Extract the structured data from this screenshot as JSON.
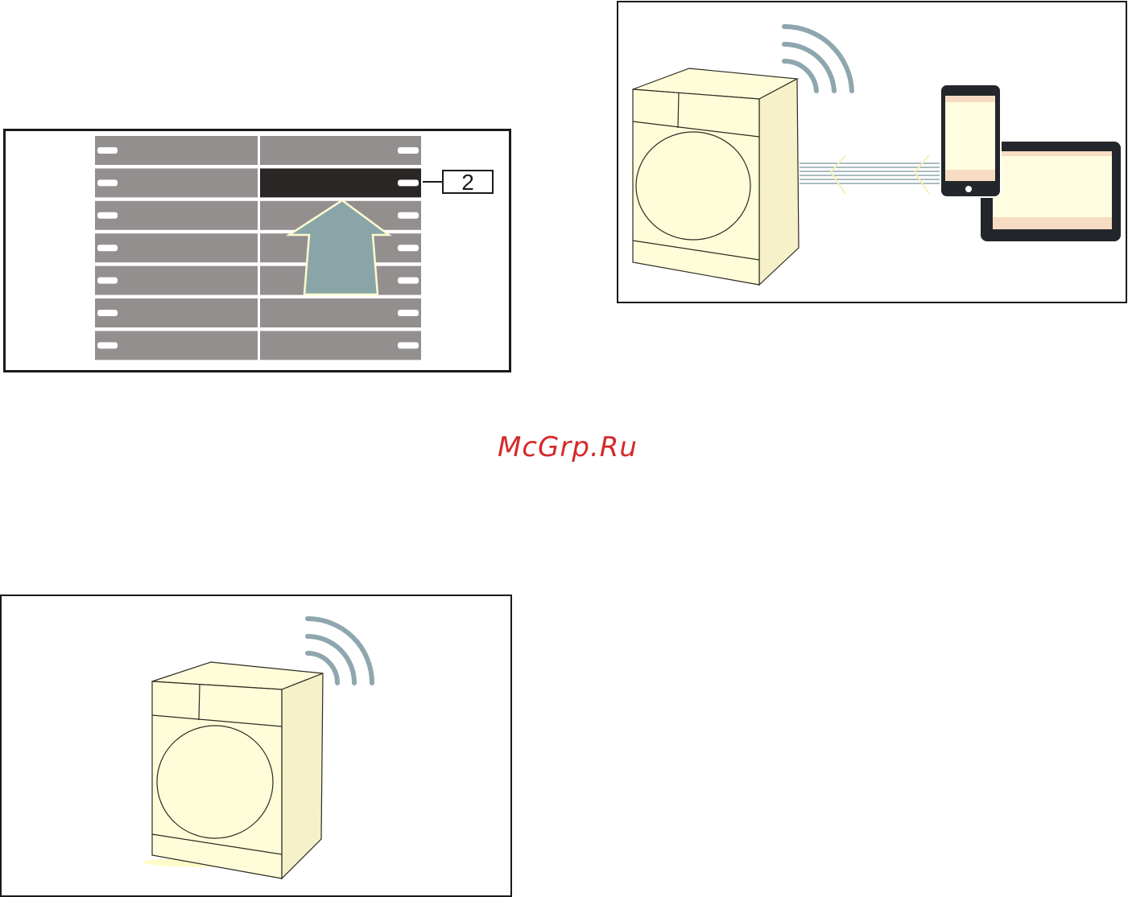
{
  "menu_panel": {
    "rows": 7,
    "selected_row": 2,
    "callout_label": "2"
  },
  "watermark": {
    "text": "McGrp.Ru"
  },
  "colors": {
    "menu_row": "#948f8f",
    "menu_selected": "#2b2626",
    "menu_pill": "#ffffff",
    "arrow_fill": "#8aa5a8",
    "arrow_outline": "#fdfbd0",
    "appliance_fill": "#fffdd9",
    "appliance_stroke": "#2d2a22",
    "signal": "#8ea6ad",
    "device_body": "#23272b",
    "device_screen": "#fefde0",
    "device_band": "#f6dcc2",
    "watermark": "#d42a2a"
  }
}
